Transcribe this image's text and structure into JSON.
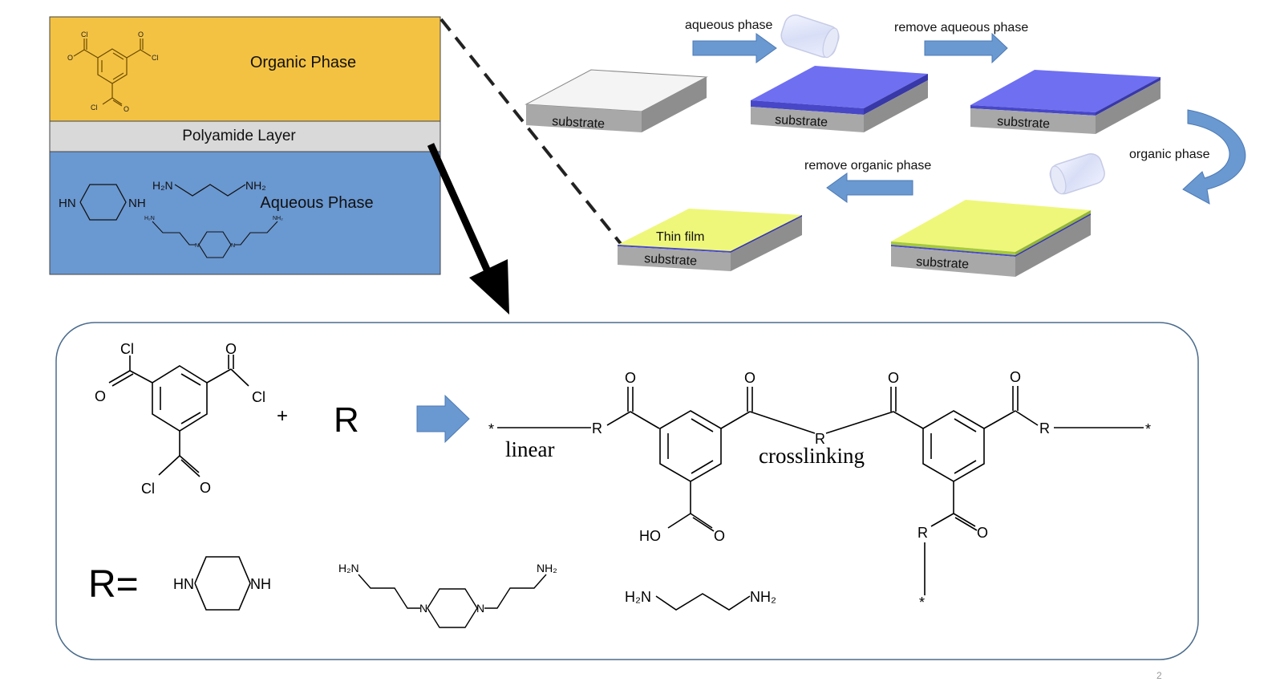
{
  "colors": {
    "organic": "#F4C242",
    "polyamide": "#D9D9D9",
    "aqueous": "#6A98D1",
    "arrow_blue": "#6A98D1",
    "film_blue": "#6F6FF2",
    "film_yellow": "#EEF77A",
    "substrate_gray": "#A8A8A8"
  },
  "layers": {
    "organic_label": "Organic Phase",
    "polyamide_label": "Polyamide Layer",
    "aqueous_label": "Aqueous Phase"
  },
  "process": {
    "step_aqueous": "aqueous phase",
    "step_remove_aqueous": "remove aqueous phase",
    "step_organic": "organic phase",
    "step_remove_organic": "remove organic phase",
    "substrate": "substrate",
    "thin_film": "Thin film"
  },
  "reaction": {
    "plus": "+",
    "reactant_r": "R",
    "r_equals": "R=",
    "linear": "linear",
    "crosslinking": "crosslinking"
  },
  "atoms": {
    "cl": "Cl",
    "o": "O",
    "r": "R",
    "star": "*",
    "hn": "HN",
    "nh": "NH",
    "n": "N",
    "h2n": "H₂N",
    "nh2": "NH₂",
    "ho": "HO"
  },
  "page_number": "2"
}
